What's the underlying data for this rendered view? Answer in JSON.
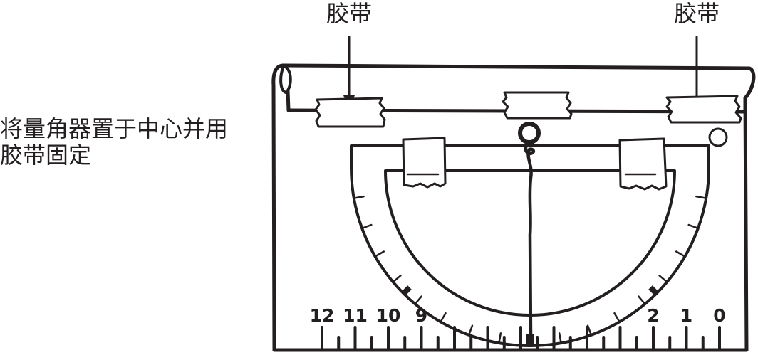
{
  "instruction": {
    "lines": [
      "将量角器置于中心并用",
      "胶带固定"
    ]
  },
  "labels": {
    "tape_left": "胶带",
    "tape_right": "胶带"
  },
  "ruler": {
    "numbers": [
      12,
      11,
      10,
      9,
      2,
      1,
      0
    ]
  },
  "icons": {
    "pointer": "arrow-down-icon"
  }
}
